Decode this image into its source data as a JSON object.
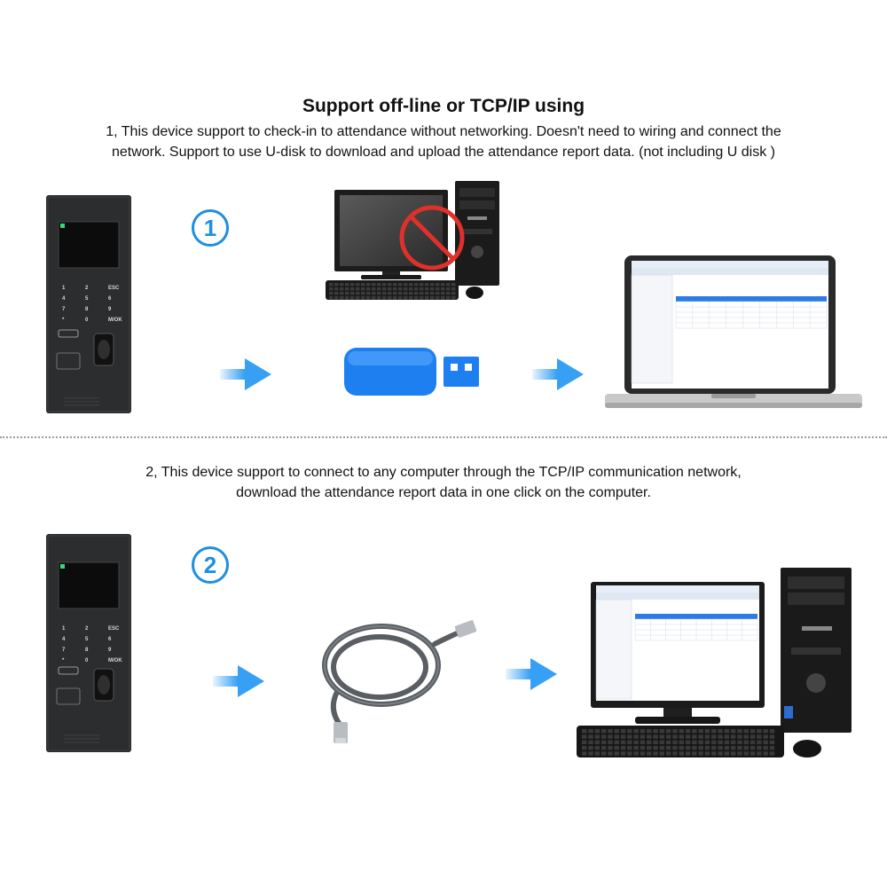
{
  "title": "Support off-line or TCP/IP using",
  "section1": {
    "number": "1",
    "text_line1": "1, This device support to check-in to attendance without networking. Doesn't need to wiring and connect the",
    "text_line2": "network. Support to use U-disk to download and upload the attendance report data. (not including U disk )"
  },
  "section2": {
    "number": "2",
    "text_line1": "2, This device support to connect to any computer through the TCP/IP communication network,",
    "text_line2": "download the attendance report data in one click on the computer."
  },
  "device": {
    "keypad_keys": [
      "1",
      "2",
      "ESC",
      "4",
      "5",
      "6",
      "7",
      "8",
      "9",
      "*",
      "0",
      "M/OK"
    ]
  },
  "colors": {
    "arrow": "#2196f3",
    "usb": "#1e7ff0",
    "no_sign": "#e0302a",
    "number_badge": "#1f8fe0",
    "device_body": "#2b2d2f"
  }
}
